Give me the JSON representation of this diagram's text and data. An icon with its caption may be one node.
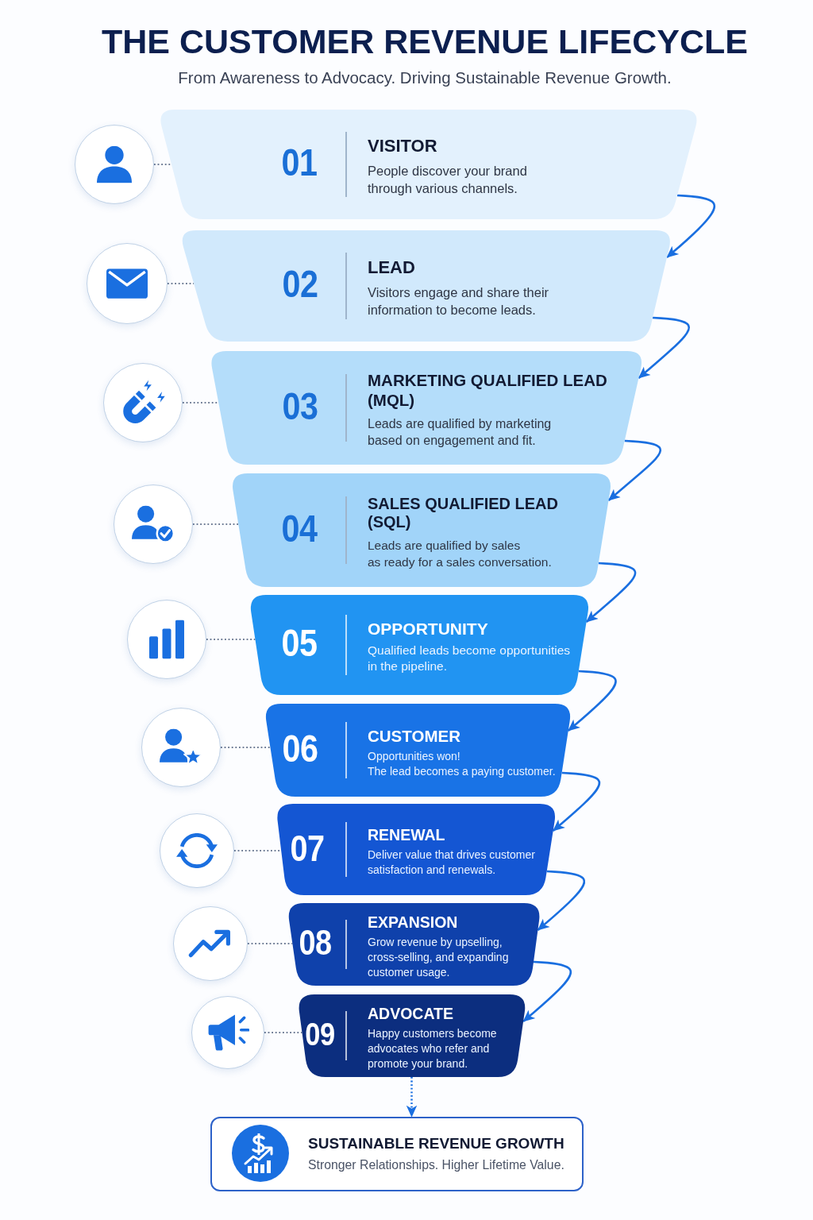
{
  "diagram": {
    "title": "THE CUSTOMER REVENUE LIFECYCLE",
    "nodes": [
      {
        "text": [],
        "shape": "circle"
      },
      {
        "text": [
          "01",
          "VISITOR",
          "People discover your brand through various channels."
        ]
      },
      {
        "text": [],
        "shape": "circle"
      },
      {
        "text": [
          "02",
          "LEAD",
          "Visitors engage and share their information to become leads."
        ]
      },
      {
        "text": [],
        "shape": "circle"
      },
      {
        "text": [
          "03",
          "MARKETING QUALIFIED LEAD (MQL)",
          "Leads are qualified by marketing based on engagement and fit."
        ]
      },
      {
        "text": [],
        "shape": "circle"
      },
      {
        "text": [
          "04",
          "SALES QUALIFIED LEAD (SQL)",
          "Leads are qualified by sales as ready for a sales conversation."
        ]
      },
      {
        "text": [],
        "shape": "circle"
      },
      {
        "text": [
          "05",
          "OPPORTUNITY",
          "Qualified leads become opportunities in the pipeline."
        ]
      },
      {
        "text": [],
        "shape": "circle"
      },
      {
        "text": [
          "06",
          "CUSTOMER",
          "Opportunities won! The lead becomes a paying customer."
        ]
      },
      {
        "text": [],
        "shape": "circle"
      },
      {
        "text": [
          "07",
          "RENEWAL",
          "Deliver value that drives customer satisfaction and renewals."
        ]
      },
      {
        "text": [],
        "shape": "circle"
      },
      {
        "text": [
          "08",
          "EXPANSION",
          "Grow revenue by upselling, cross-selling, and expanding customer usage."
        ]
      },
      {
        "text": [],
        "shape": "circle"
      },
      {
        "text": [
          "09",
          "ADVOCATE",
          "Happy customers become advocates who refer and promote your brand."
        ]
      },
      {
        "text": [
          "SUSTAINABLE REVENUE GROWTH",
          "Stronger Relationships. Higher Lifetime Value."
        ]
      }
    ],
    "edges": [
      {
        "from": 0,
        "to": 1,
        "arrow": "none",
        "style": "dashed"
      },
      {
        "from": 2,
        "to": 3,
        "arrow": "none",
        "style": "dashed"
      },
      {
        "from": 4,
        "to": 5,
        "arrow": "none",
        "style": "dashed"
      },
      {
        "from": 6,
        "to": 7,
        "arrow": "none",
        "style": "dashed"
      },
      {
        "from": 8,
        "to": 9,
        "arrow": "none",
        "style": "dashed"
      },
      {
        "from": 10,
        "to": 11,
        "arrow": "none",
        "style": "dashed"
      },
      {
        "from": 12,
        "to": 13,
        "arrow": "none",
        "style": "dashed"
      },
      {
        "from": 14,
        "to": 15,
        "arrow": "none",
        "style": "dashed"
      },
      {
        "from": 16,
        "to": 17,
        "arrow": "none",
        "style": "dashed"
      },
      {
        "from": 1,
        "to": 3,
        "arrow": "to",
        "color": "#1a6fe0"
      },
      {
        "from": 3,
        "to": 5,
        "arrow": "to",
        "color": "#1a6fe0"
      },
      {
        "from": 5,
        "to": 7,
        "arrow": "to",
        "color": "#1a6fe0"
      },
      {
        "from": 7,
        "to": 9,
        "arrow": "to",
        "color": "#1a6fe0"
      },
      {
        "from": 9,
        "to": 11,
        "arrow": "to",
        "color": "#1a6fe0"
      },
      {
        "from": 11,
        "to": 13,
        "arrow": "to",
        "color": "#1a6fe0"
      },
      {
        "from": 13,
        "to": 15,
        "arrow": "to",
        "color": "#1a6fe0"
      },
      {
        "from": 15,
        "to": 17,
        "arrow": "to",
        "color": "#1a6fe0"
      },
      {
        "from": 17,
        "to": 18,
        "arrow": "to",
        "style": "dashed",
        "color": "#1a6fe0"
      }
    ],
    "labels": [
      "From Awareness to Advocacy. Driving Sustainable Revenue Growth."
    ]
  }
}
